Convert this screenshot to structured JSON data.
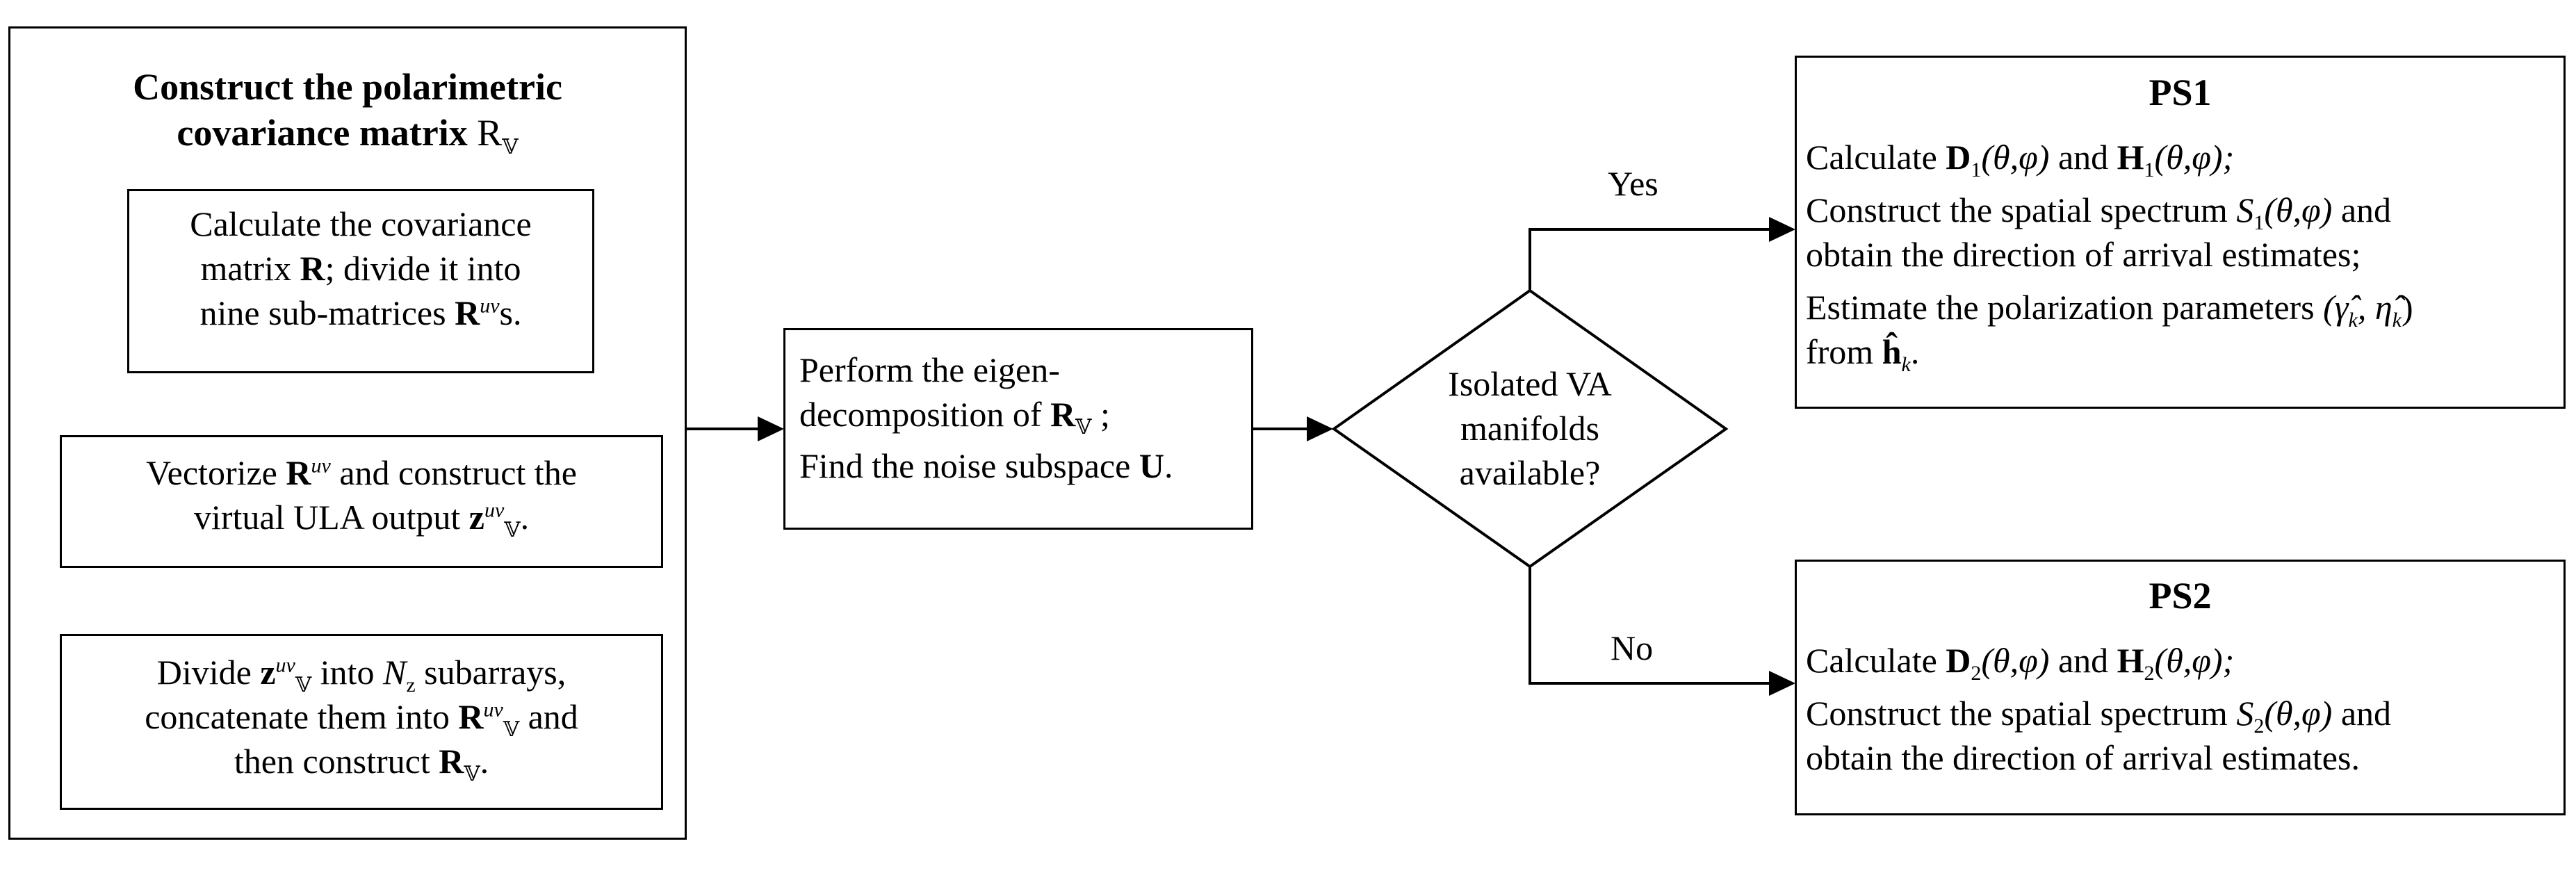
{
  "left_panel": {
    "title_line1": "Construct the polarimetric",
    "title_line2": "covariance matrix",
    "title_symbol": "R",
    "title_subscript": "𝕍",
    "step1": {
      "line1": "Calculate the covariance",
      "line2_a": "matrix ",
      "line2_R": "R",
      "line2_b": "; divide it into",
      "line3_a": "nine sub-matrices ",
      "line3_R": "R",
      "line3_sup": "uv",
      "line3_b": "s."
    },
    "step2": {
      "line1_a": "Vectorize ",
      "line1_R": "R",
      "line1_sup": "uv",
      "line1_b": " and construct the",
      "line2_a": "virtual ULA output ",
      "line2_z": "z",
      "line2_sup": "uv",
      "line2_sub": "𝕍",
      "line2_b": "."
    },
    "step3": {
      "line1_a": "Divide ",
      "line1_z": "z",
      "line1_sup": "uv",
      "line1_sub": "𝕍",
      "line1_b": " into ",
      "line1_N": "N",
      "line1_Nsub": "z",
      "line1_c": " subarrays,",
      "line2_a": "concatenate them into ",
      "line2_R": "R",
      "line2_sup": "uv",
      "line2_sub": "𝕍",
      "line2_b": " and",
      "line3_a": "then construct ",
      "line3_R": "R",
      "line3_sub": "𝕍",
      "line3_b": "."
    }
  },
  "eigen_box": {
    "line1": "Perform the eigen-",
    "line2_a": "decomposition of ",
    "line2_R": "R",
    "line2_sub": "𝕍",
    "line2_b": " ;",
    "line3_a": "Find the noise subspace ",
    "line3_U": "U",
    "line3_b": "."
  },
  "decision": {
    "line1": "Isolated VA",
    "line2": "manifolds",
    "line3": "available?",
    "yes_label": "Yes",
    "no_label": "No"
  },
  "ps1": {
    "title": "PS1",
    "line1_a": "Calculate ",
    "line1_D": "D",
    "line1_Dsub": "1",
    "line1_args": "(θ,φ)",
    "line1_and": " and ",
    "line1_H": "H",
    "line1_Hsub": "1",
    "line1_args2": "(θ,φ);",
    "line2_a": "Construct the spatial spectrum ",
    "line2_S": "S",
    "line2_Ssub": "1",
    "line2_args": "(θ,φ)",
    "line2_b": " and",
    "line3": "obtain the direction of arrival estimates;",
    "line4_a": "Estimate the polarization parameters ",
    "line4_params": "(γ̂",
    "line4_k1": "k",
    "line4_mid": ", η̂",
    "line4_k2": "k",
    "line4_end": ")",
    "line5_a": "from ",
    "line5_h": "ĥ",
    "line5_k": "k",
    "line5_b": "."
  },
  "ps2": {
    "title": "PS2",
    "line1_a": "Calculate ",
    "line1_D": "D",
    "line1_Dsub": "2",
    "line1_args": "(θ,φ)",
    "line1_and": " and ",
    "line1_H": "H",
    "line1_Hsub": "2",
    "line1_args2": "(θ,φ);",
    "line2_a": "Construct the spatial spectrum ",
    "line2_S": "S",
    "line2_Ssub": "2",
    "line2_args": "(θ,φ)",
    "line2_b": " and",
    "line3": "obtain the direction of arrival estimates."
  }
}
